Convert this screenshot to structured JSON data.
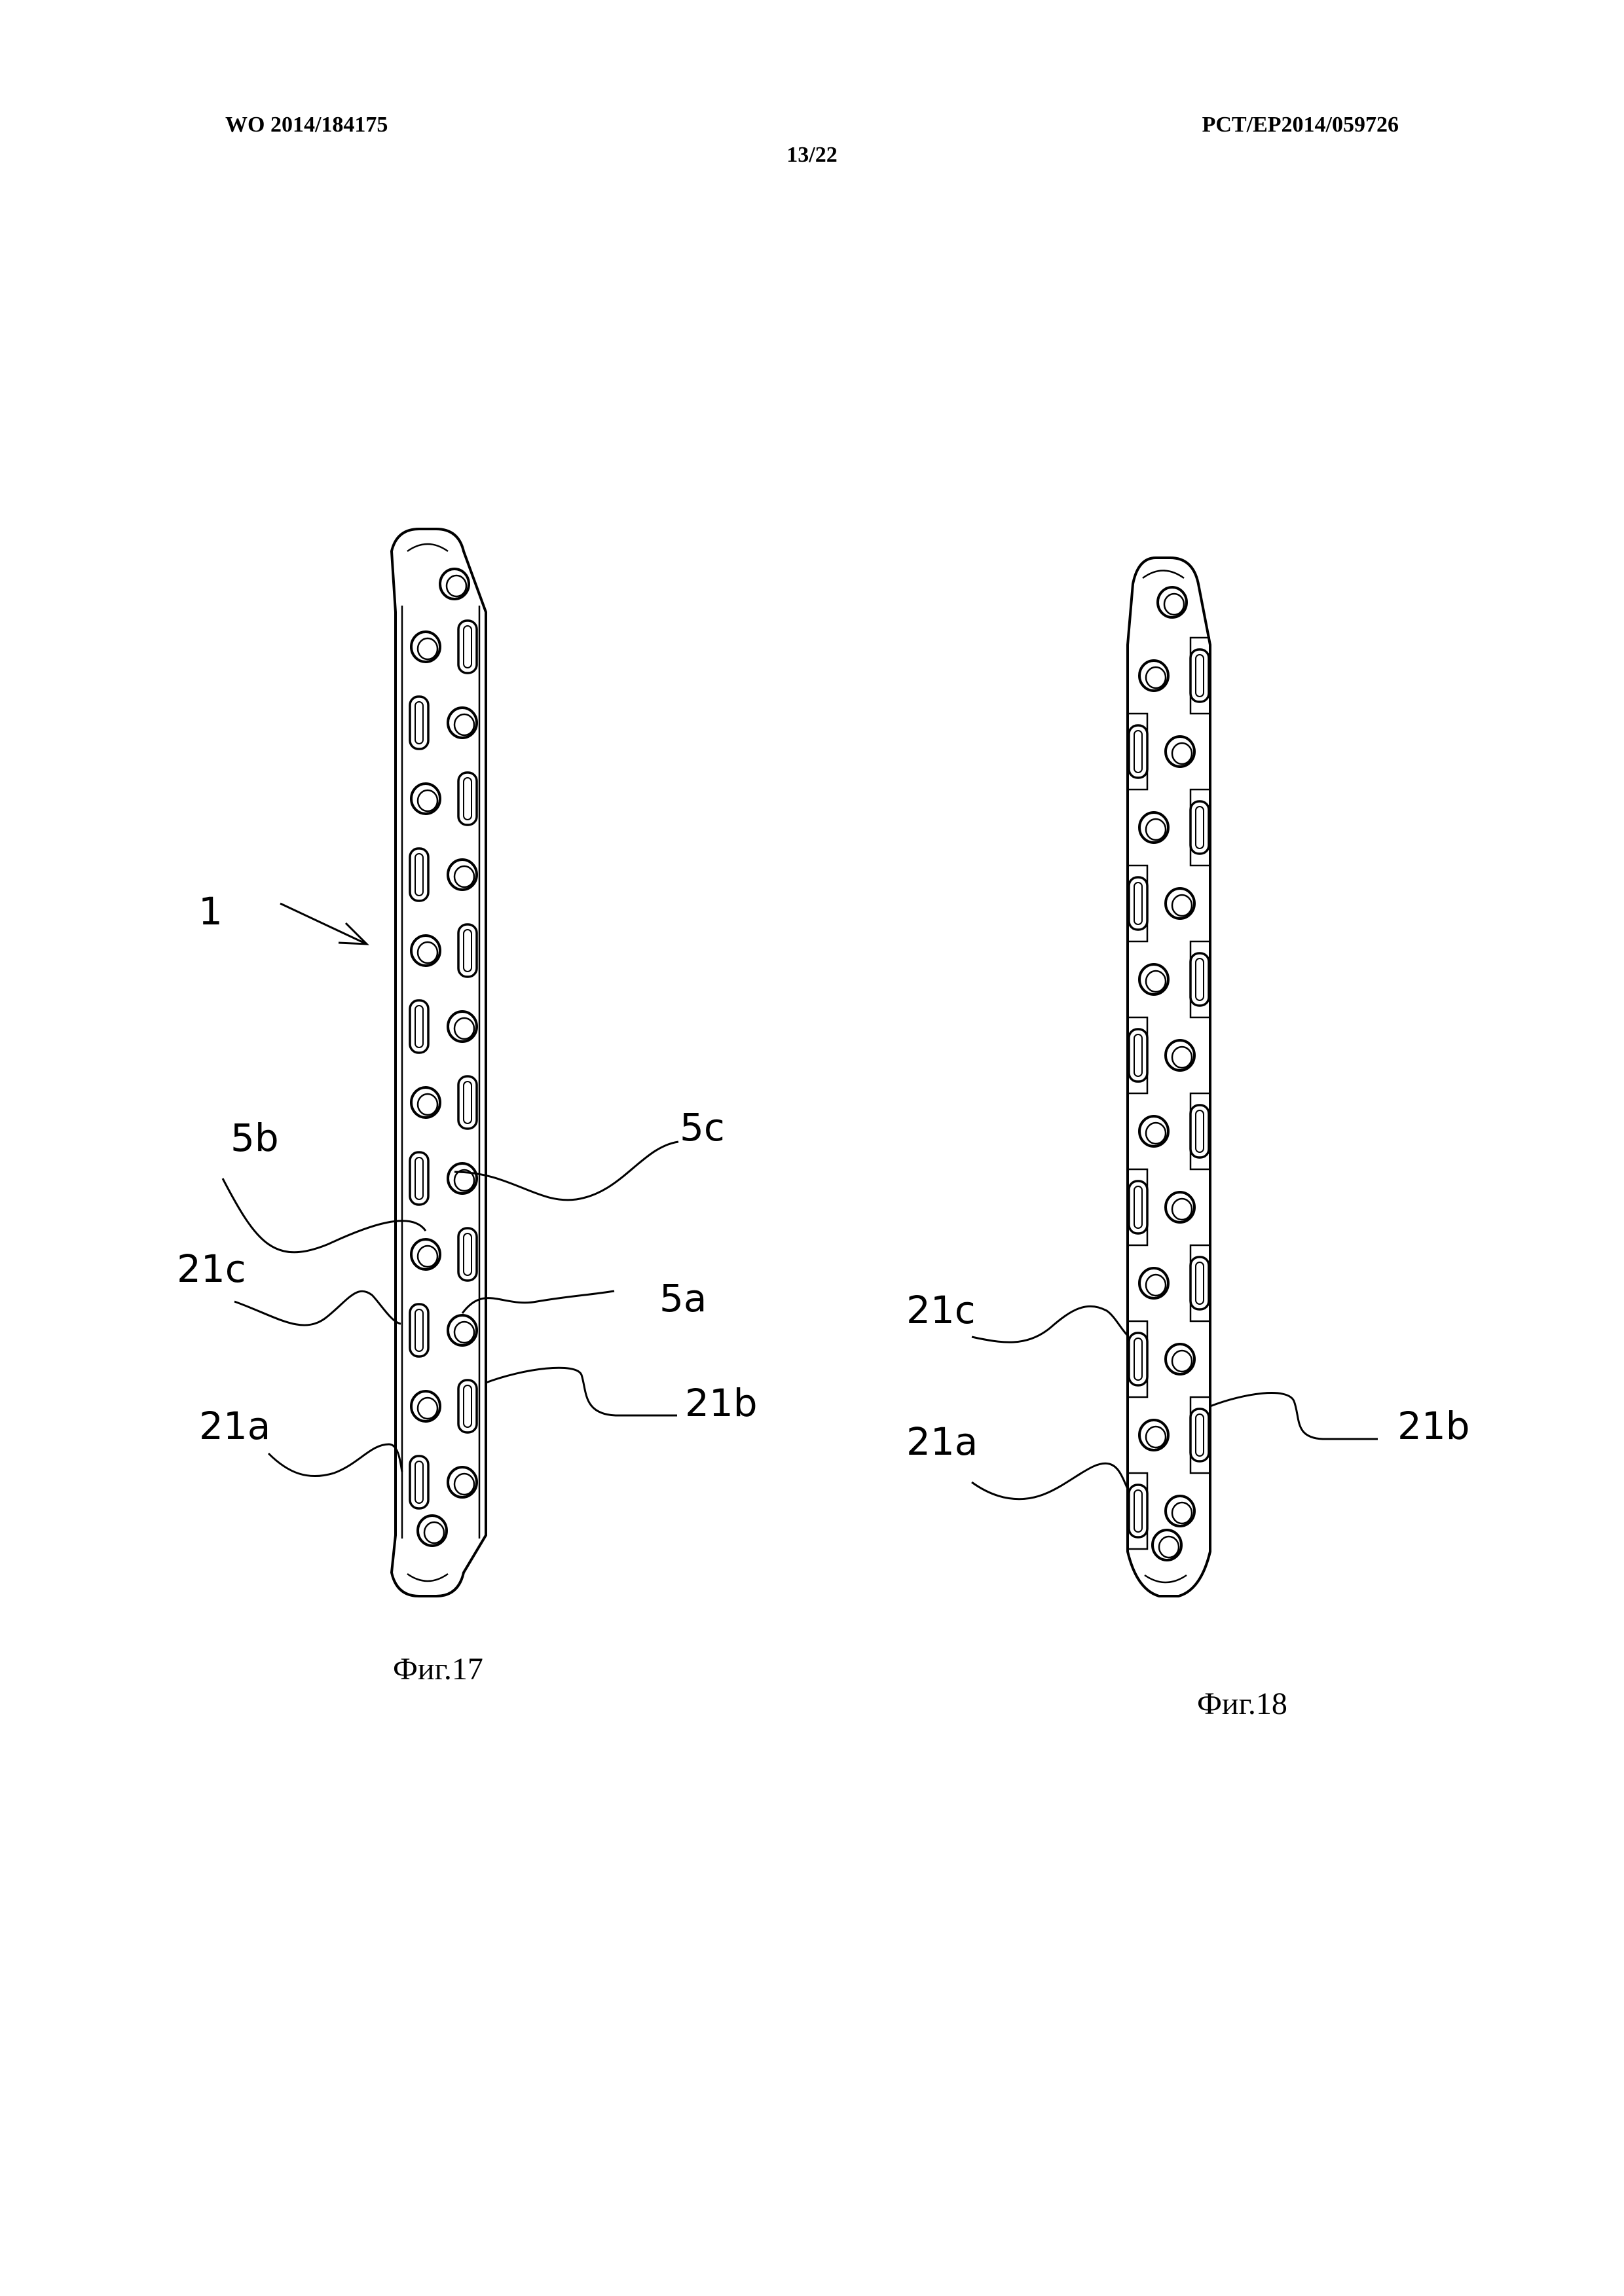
{
  "header": {
    "publication_number": "WO 2014/184175",
    "application_number": "PCT/EP2014/059726",
    "sheet": "13/22"
  },
  "figures": [
    {
      "caption": "Фиг.17",
      "labels": {
        "plate": "1",
        "hole_5b": "5b",
        "hole_5c": "5c",
        "hole_5a": "5a",
        "slot_21c": "21c",
        "slot_21a": "21a",
        "slot_21b": "21b"
      }
    },
    {
      "caption": "Фиг.18",
      "labels": {
        "slot_21c": "21c",
        "slot_21a": "21a",
        "slot_21b": "21b"
      }
    }
  ]
}
